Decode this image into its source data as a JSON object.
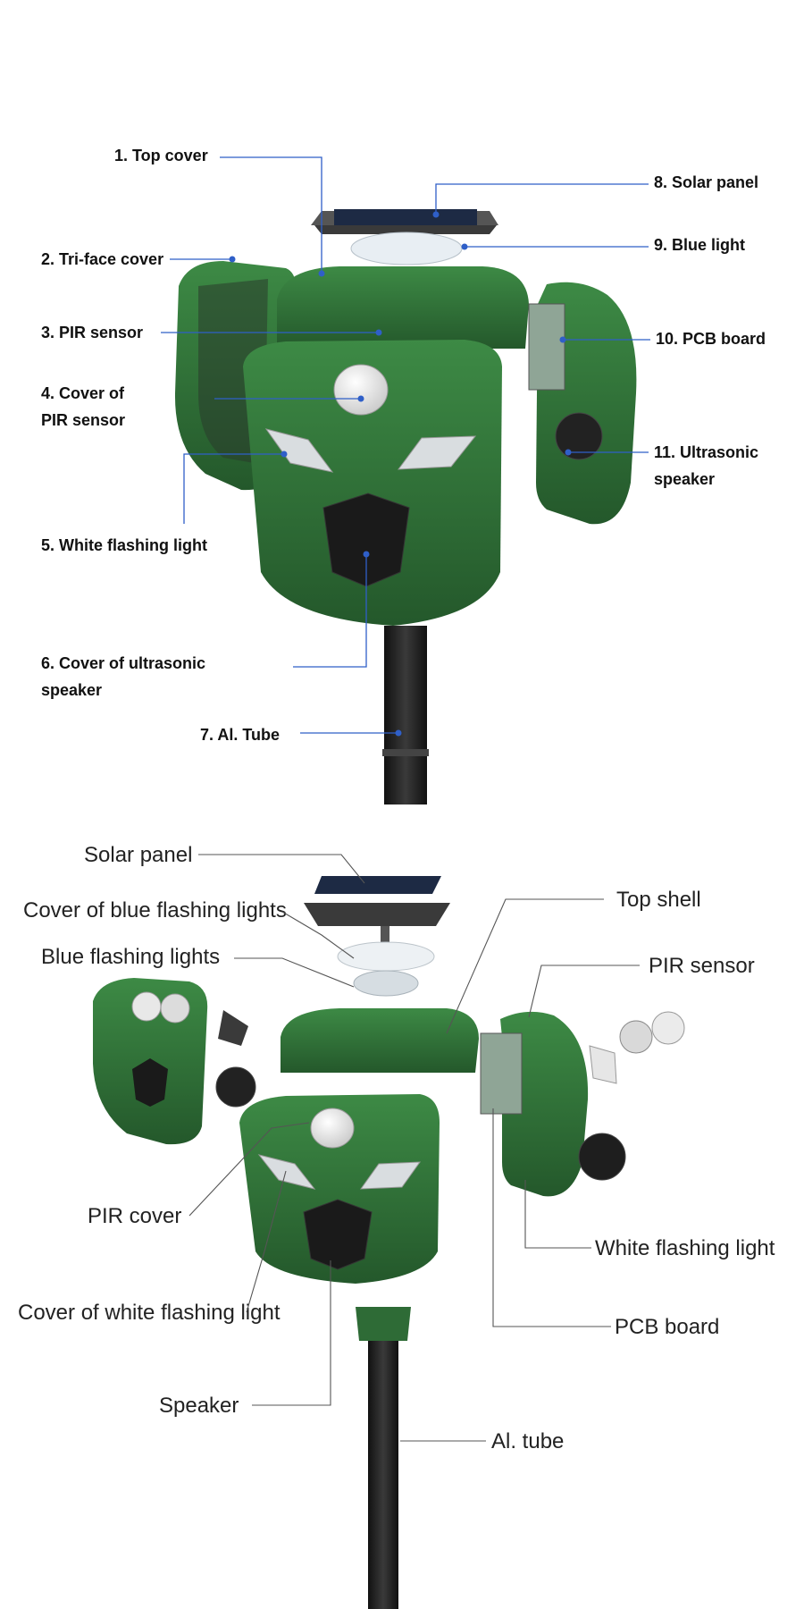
{
  "colors": {
    "housing_green": "#2e6b36",
    "housing_dark": "#1f4d26",
    "leader_blue": "#2f5fc8",
    "leader_gray": "#555555",
    "tube": "#222222",
    "solar": "#1d2a44"
  },
  "diagram_top": {
    "labels": {
      "top_cover": "1. Top cover",
      "tri_face_cover": "2. Tri-face cover",
      "pir_sensor": "3. PIR sensor",
      "cover_pir_line1": "4. Cover of",
      "cover_pir_line2": "PIR sensor",
      "white_flashing_light": "5. White flashing light",
      "cover_speaker_line1": "6. Cover of ultrasonic",
      "cover_speaker_line2": "speaker",
      "al_tube": "7. Al. Tube",
      "solar_panel": "8. Solar panel",
      "blue_light": "9. Blue light",
      "pcb_board": "10. PCB board",
      "ultrasonic_line1": "11. Ultrasonic",
      "ultrasonic_line2": "speaker"
    }
  },
  "diagram_bottom": {
    "labels": {
      "solar_panel": "Solar panel",
      "cover_blue_lights": "Cover of blue flashing lights",
      "blue_lights": "Blue flashing lights",
      "top_shell": "Top shell",
      "pir_sensor": "PIR sensor",
      "pir_cover": "PIR cover",
      "white_flashing_light": "White flashing light",
      "cover_white_light": "Cover of white flashing light",
      "pcb_board": "PCB board",
      "speaker": "Speaker",
      "al_tube": "Al. tube"
    }
  }
}
